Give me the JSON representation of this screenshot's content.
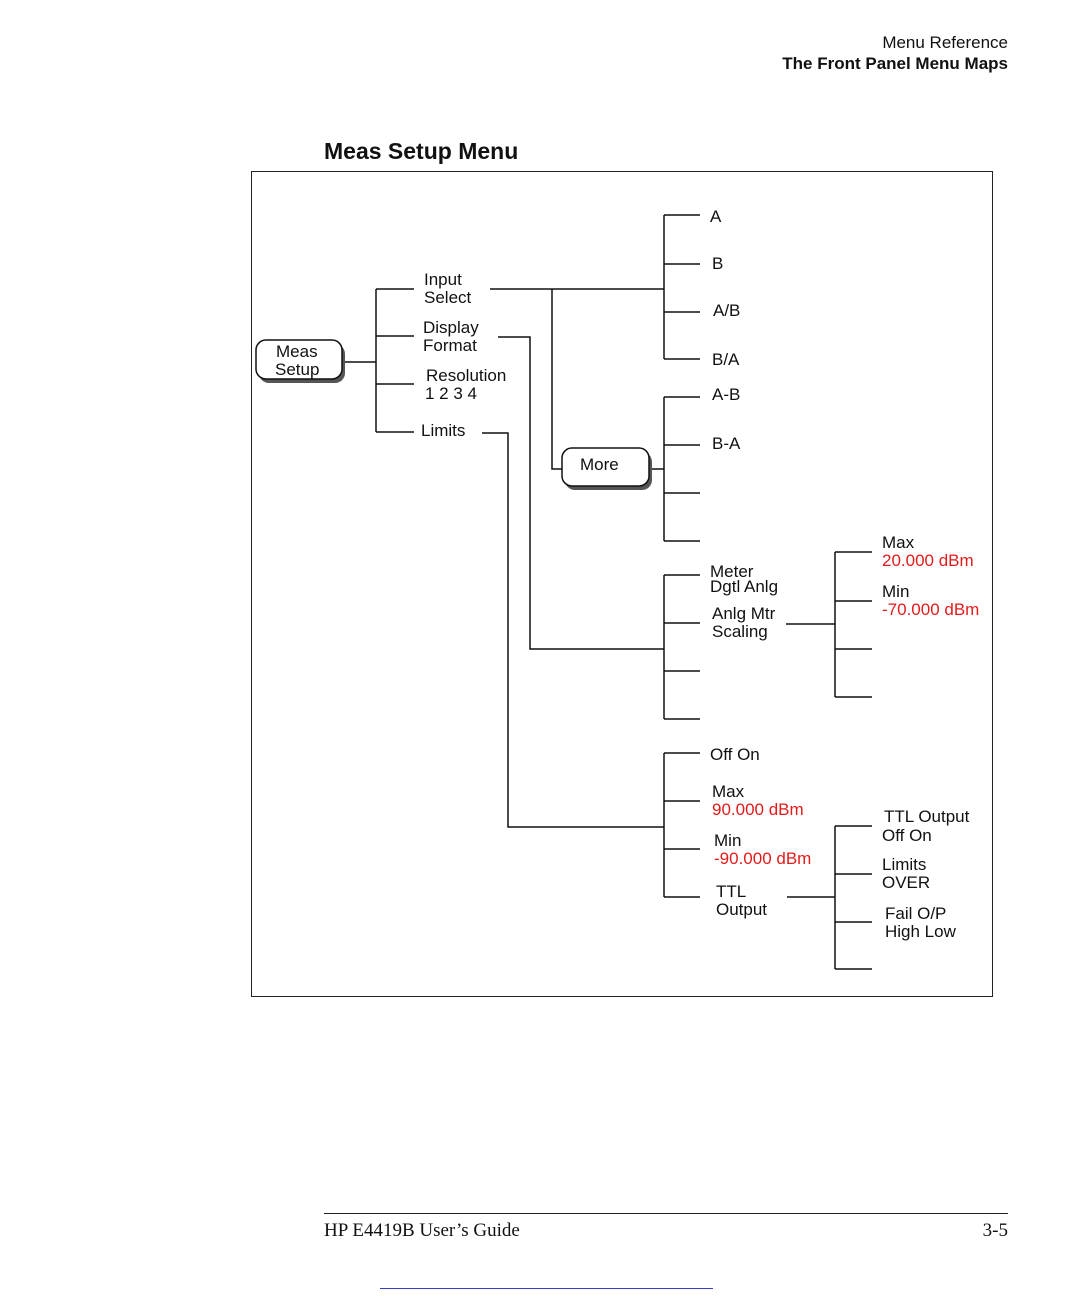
{
  "header": {
    "section": "Menu Reference",
    "subsection": "The Front Panel Menu Maps"
  },
  "menu_title": "Meas Setup Menu",
  "keys": {
    "meas_setup": [
      "Meas",
      "Setup"
    ],
    "more": "More"
  },
  "main_menu": {
    "input_select": [
      "Input",
      "Select"
    ],
    "display_format": [
      "Display",
      "Format"
    ],
    "resolution": [
      "Resolution",
      "1 2 3 4"
    ],
    "limits": [
      "Limits"
    ]
  },
  "input_select_menu": {
    "page1": [
      "A",
      "B",
      "A/B",
      "B/A"
    ],
    "page2": [
      "A-B",
      "B-A"
    ]
  },
  "display_format_menu": {
    "meter": [
      "Meter",
      "Dgtl Anlg"
    ],
    "anlg_mtr_scaling": [
      "Anlg Mtr",
      "Scaling"
    ]
  },
  "scaling_menu": {
    "max_label": "Max",
    "max_value": "20.000 dBm",
    "min_label": "Min",
    "min_value": "-70.000 dBm"
  },
  "limits_menu": {
    "off_on": "Off On",
    "max_label": "Max",
    "max_value": "90.000 dBm",
    "min_label": "Min",
    "min_value": "-90.000 dBm",
    "ttl_output": [
      "TTL",
      "Output"
    ]
  },
  "ttl_menu": {
    "ttl_output": [
      "TTL Output",
      "Off On"
    ],
    "limits": [
      "Limits",
      "OVER"
    ],
    "fail_op": [
      "Fail O/P",
      "High Low"
    ]
  },
  "colors": {
    "value_text": "#e31b1b",
    "line": "#111111"
  },
  "footer": {
    "guide": "HP E4419B User’s Guide",
    "page": "3-5"
  }
}
